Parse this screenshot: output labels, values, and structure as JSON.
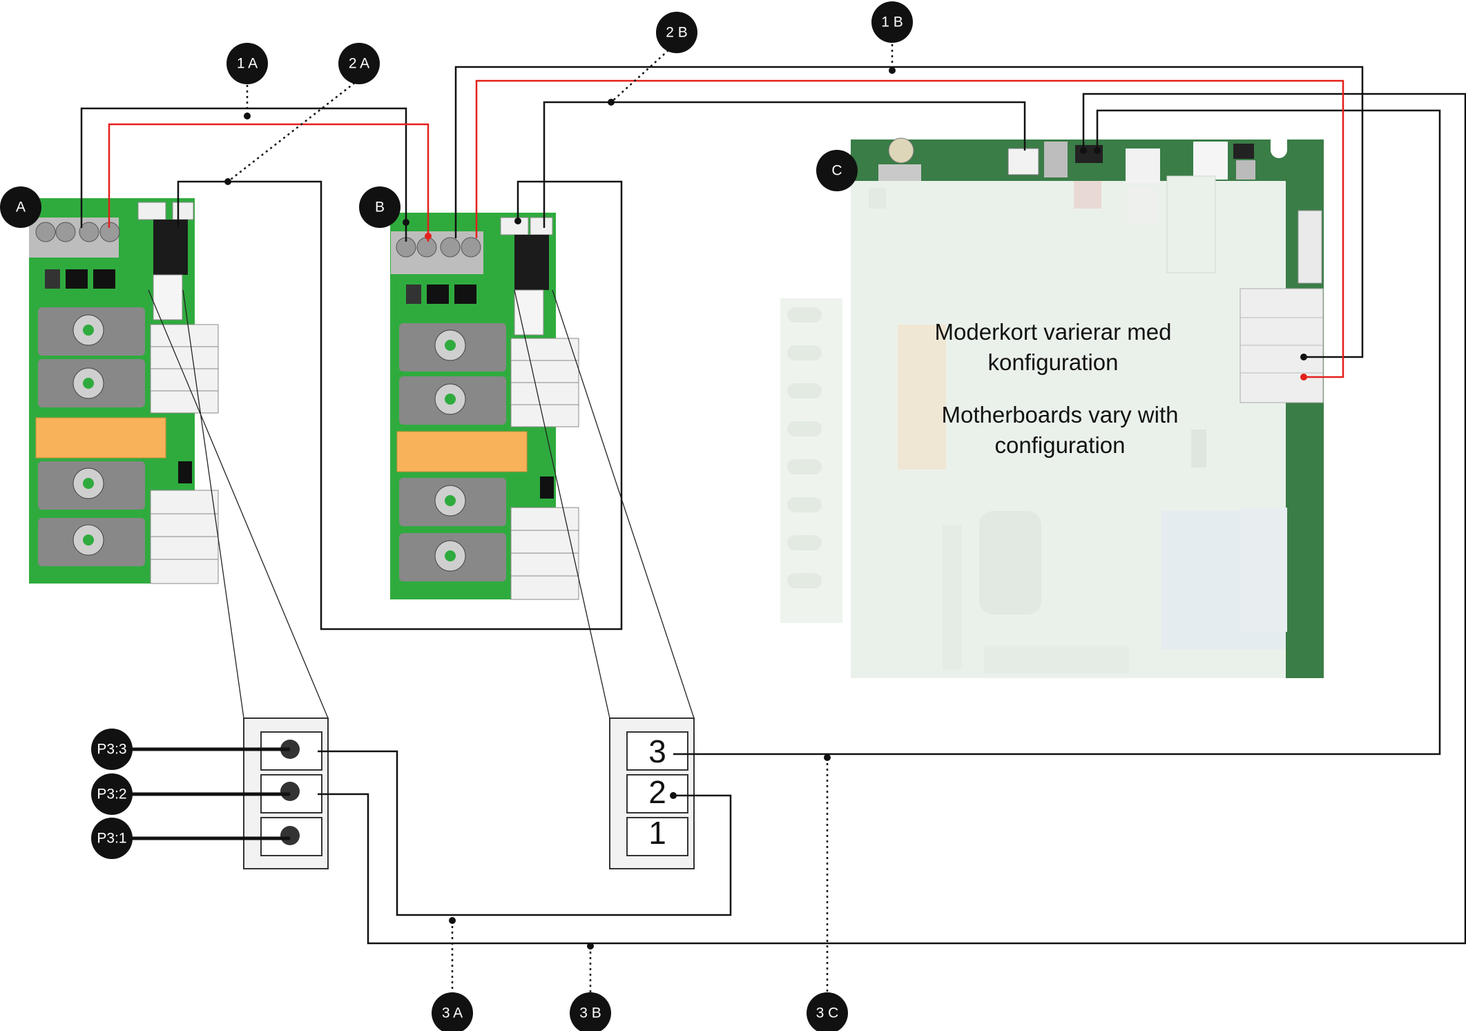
{
  "boards": [
    {
      "id": "A",
      "label": "A"
    },
    {
      "id": "B",
      "label": "B"
    },
    {
      "id": "C",
      "label": "C"
    }
  ],
  "motherboard_note": {
    "line1_sv": "Moderkort varierar med",
    "line2_sv": "konfiguration",
    "line1_en": "Motherboards vary with",
    "line2_en": "configuration"
  },
  "callouts": {
    "c1a": "1 A",
    "c2a": "2 A",
    "c1b": "1 B",
    "c2b": "2 B",
    "c3a": "3 A",
    "c3b": "3 B",
    "c3c": "3 C"
  },
  "pins": {
    "p33": "P3:3",
    "p32": "P3:2",
    "p31": "P3:1"
  },
  "connector_pins": {
    "pin3": "3",
    "pin2": "2",
    "pin1": "1"
  },
  "colors": {
    "pcb_green": "#2fab3e",
    "pcb_dark_green": "#3a7d47",
    "wire_black": "#111111",
    "wire_red": "#e3201b",
    "relay_orange": "#f7b25a",
    "callout_fill": "#111111"
  }
}
